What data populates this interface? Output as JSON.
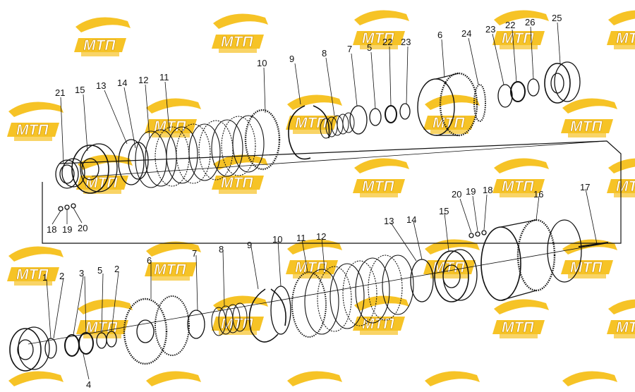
{
  "watermark": {
    "text": "МТП",
    "color": "#f5b800"
  },
  "callouts_top": [
    "21",
    "15",
    "13",
    "14",
    "12",
    "11",
    "10",
    "9",
    "8",
    "7",
    "5",
    "22",
    "23",
    "6",
    "24",
    "23",
    "22",
    "26",
    "25",
    "18",
    "19",
    "20"
  ],
  "callouts_bottom": [
    "1",
    "2",
    "3",
    "4",
    "5",
    "2",
    "6",
    "7",
    "8",
    "9",
    "10",
    "11",
    "12",
    "13",
    "14",
    "15",
    "20",
    "19",
    "18",
    "16",
    "17"
  ]
}
